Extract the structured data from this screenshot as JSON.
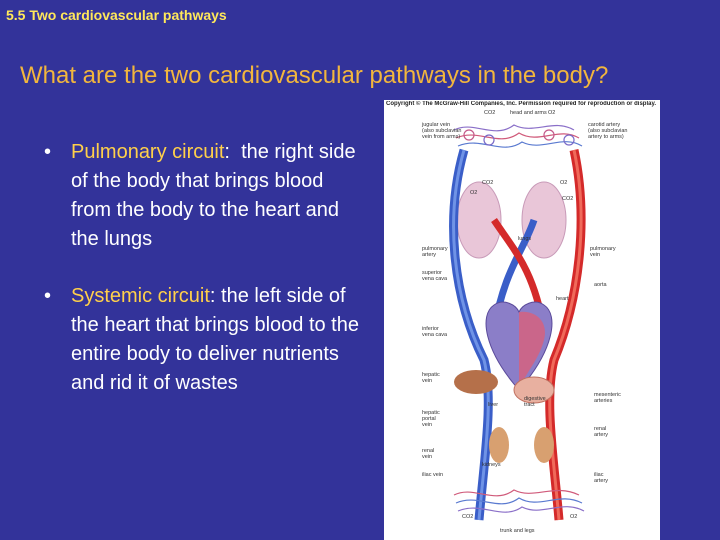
{
  "header": {
    "section_label": "5.5 Two cardiovascular pathways",
    "title": "What are the two cardiovascular pathways in the body?"
  },
  "bullets": [
    {
      "term": "Pulmonary circuit",
      "separator": ":",
      "text": "  the right side of the body that brings blood from the body to the heart and the lungs"
    },
    {
      "term": "Systemic circuit",
      "separator": ":",
      "text": " the left side of the heart that brings blood to the entire body to deliver nutrients and rid it of wastes"
    }
  ],
  "figure": {
    "copyright": "Copyright © The McGraw-Hill Companies, Inc. Permission required for reproduction or display.",
    "labels": {
      "head_and_arms": "head and arms",
      "jugular_vein": "jugular vein\n(also subclavian\nvein from arms)",
      "carotid_artery": "carotid artery\n(also subclavian\nartery to arms)",
      "co2_top": "CO2",
      "o2_top": "O2",
      "co2_left": "CO2",
      "o2_left": "O2",
      "o2_right": "O2",
      "co2_right": "CO2",
      "lungs": "lungs",
      "pulmonary_artery": "pulmonary\nartery",
      "pulmonary_vein": "pulmonary\nvein",
      "superior_vena_cava": "superior\nvena cava",
      "aorta": "aorta",
      "heart": "heart",
      "inferior_vena_cava": "inferior\nvena cava",
      "hepatic_vein": "hepatic\nvein",
      "liver": "liver",
      "digestive_tract": "digestive\ntract",
      "mesenteric_arteries": "mesenteric\narteries",
      "hepatic_portal_vein": "hepatic\nportal\nvein",
      "renal_artery": "renal\nartery",
      "renal_vein": "renal\nvein",
      "kidneys": "kidneys",
      "iliac_vein": "iliac vein",
      "iliac_artery": "iliac\nartery",
      "co2_bottom": "CO2",
      "o2_bottom": "O2",
      "trunk_and_legs": "trunk and legs"
    }
  }
}
